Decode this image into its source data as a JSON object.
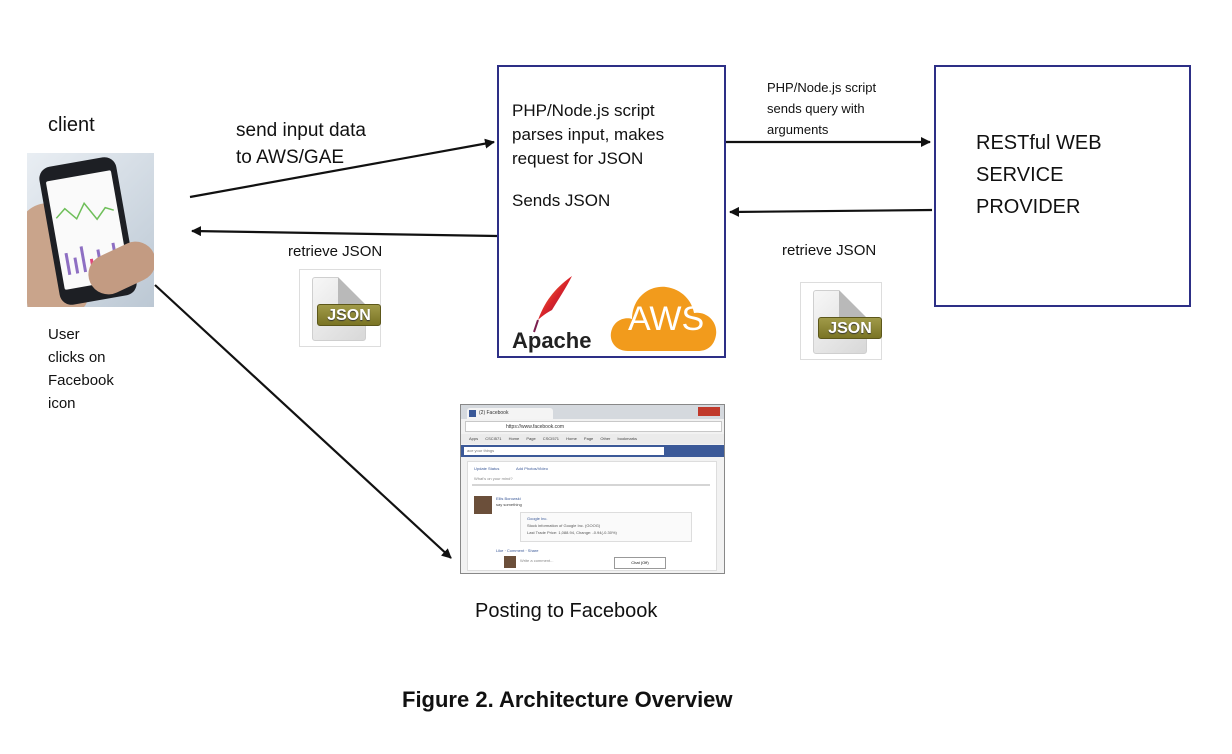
{
  "client_label": "client",
  "user_note": "User\nclicks on\nFacebook\nicon",
  "send_input_label": "send input data\nto AWS/GAE",
  "retrieve_json_left": "retrieve JSON",
  "retrieve_json_right": "retrieve JSON",
  "php_box": {
    "line1": "PHP/Node.js script\nparses input, makes\nrequest for JSON",
    "line2": "Sends JSON",
    "apache_label": "Apache",
    "aws_label": "AWS"
  },
  "query_label": "PHP/Node.js script\nsends query with\narguments",
  "rest_box_label": "RESTful WEB\nSERVICE\nPROVIDER",
  "json_icon_text": "JSON",
  "facebook_caption": "Posting to Facebook",
  "figure_caption": "Figure 2. Architecture Overview",
  "colors": {
    "box_border": "#2d2f86",
    "arrow": "#111111",
    "aws_orange": "#f29b1c",
    "facebook_blue": "#3b5998"
  },
  "fb_screenshot": {
    "tab_title": "(2) Facebook",
    "url": "https://www.facebook.com",
    "bookmarks": "Apps CSCI571 Home Page CSCI571 Home Page Other bookmarks",
    "search_placeholder": "ace your things",
    "update_status": "Update Status",
    "add_photos": "Add Photos/Video",
    "whats_on_mind": "What's on your mind?",
    "poster_name": "Ellis Borowski",
    "poster_action": "say something",
    "card_title": "Google Inc.",
    "card_line1": "Stock information of Google Inc. (GOOG)",
    "card_line2": "Last Trade Price: 1,088.94, Change: -0.94(-0.30%)",
    "actions": "Like · Comment · Share",
    "comment_placeholder": "Write a comment...",
    "chat_label": "Chat (Off)"
  }
}
